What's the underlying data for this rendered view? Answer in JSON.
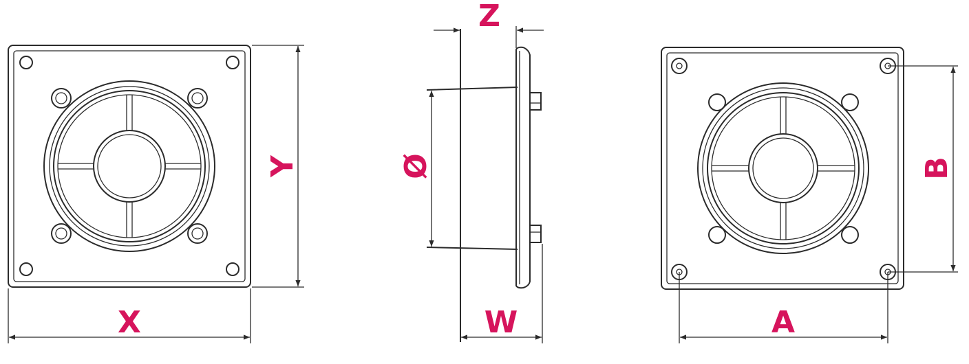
{
  "accent_color": "#d6145c",
  "labels": {
    "x": "X",
    "y": "Y",
    "z": "Z",
    "diameter": "Ø",
    "w": "W",
    "a": "A",
    "b": "B"
  }
}
